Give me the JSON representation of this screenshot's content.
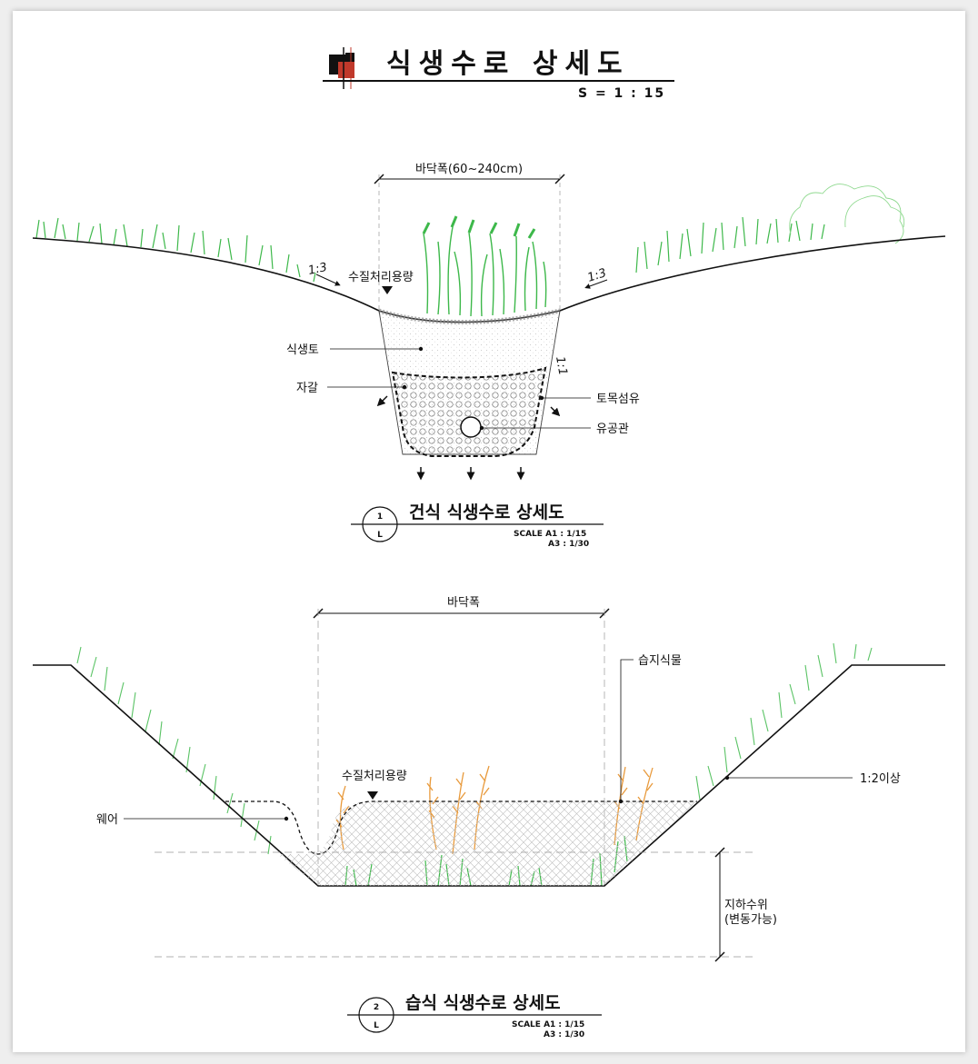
{
  "header": {
    "title": "식생수로 상세도",
    "scale": "S = 1 : 15"
  },
  "section1": {
    "bottom_width_label": "바닥폭(60~240cm)",
    "slope_left": "1:3",
    "slope_right": "1:3",
    "slope_side": "1:1",
    "water_label": "수질처리용량",
    "soil_label": "식생토",
    "gravel_label": "자갈",
    "geotextile_label": "토목섬유",
    "pipe_label": "유공관",
    "marker_number": "1",
    "marker_sheet": "L",
    "title": "건식 식생수로 상세도",
    "scale_a1": "SCALE   A1 : 1/15",
    "scale_a3": "A3 : 1/30"
  },
  "section2": {
    "bottom_width_label": "바닥폭",
    "wetland_plant_label": "습지식물",
    "water_label": "수질처리용량",
    "slope_label": "1:2이상",
    "weir_label": "웨어",
    "groundwater_label_1": "지하수위",
    "groundwater_label_2": "(변동가능)",
    "marker_number": "2",
    "marker_sheet": "L",
    "title": "습식 식생수로 상세도",
    "scale_a1": "SCALE   A1 : 1/15",
    "scale_a3": "A3 : 1/30"
  },
  "colors": {
    "grass": "#3db84a",
    "grass_light": "#8fd98f",
    "reed": "#e89a3c",
    "line": "#111111",
    "brand_red": "#c0392b"
  }
}
